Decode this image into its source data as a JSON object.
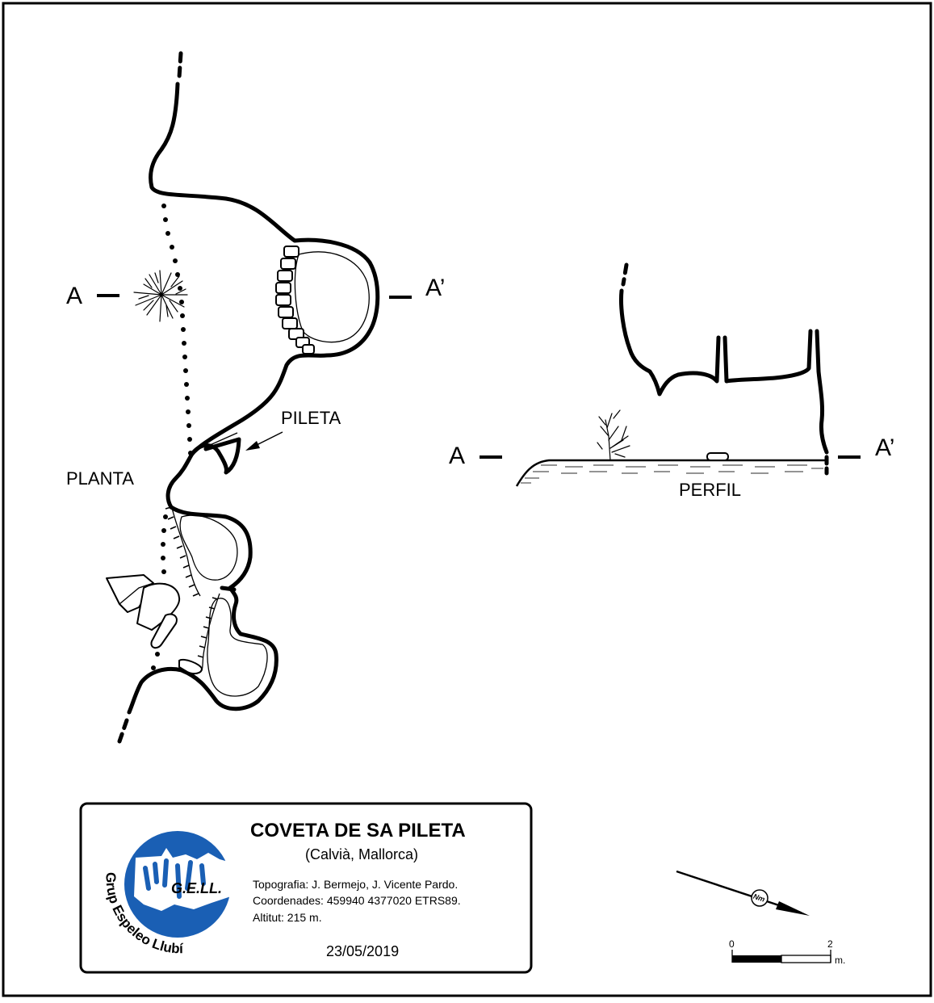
{
  "plan": {
    "label": "PLANTA",
    "callout": "PILETA",
    "section_start": "A",
    "section_end": "A’"
  },
  "profile": {
    "label": "PERFIL",
    "section_start": "A",
    "section_end": "A’"
  },
  "title_box": {
    "title": "COVETA DE SA PILETA",
    "subtitle": "(Calvià, Mallorca)",
    "topography": "Topografia: J. Bermejo, J. Vicente Pardo.",
    "coordinates": "Coordenades: 459940 4377020 ETRS89.",
    "altitude": "Altitut: 215 m.",
    "date": "23/05/2019",
    "logo": {
      "abbreviation": "G.E.LL.",
      "ring_text": "Grup Espeleo Llubí",
      "color": "#1a5fb4"
    }
  },
  "north_arrow": {
    "label": "Nm"
  },
  "scale_bar": {
    "start": "0",
    "end": "2",
    "unit": "m."
  }
}
